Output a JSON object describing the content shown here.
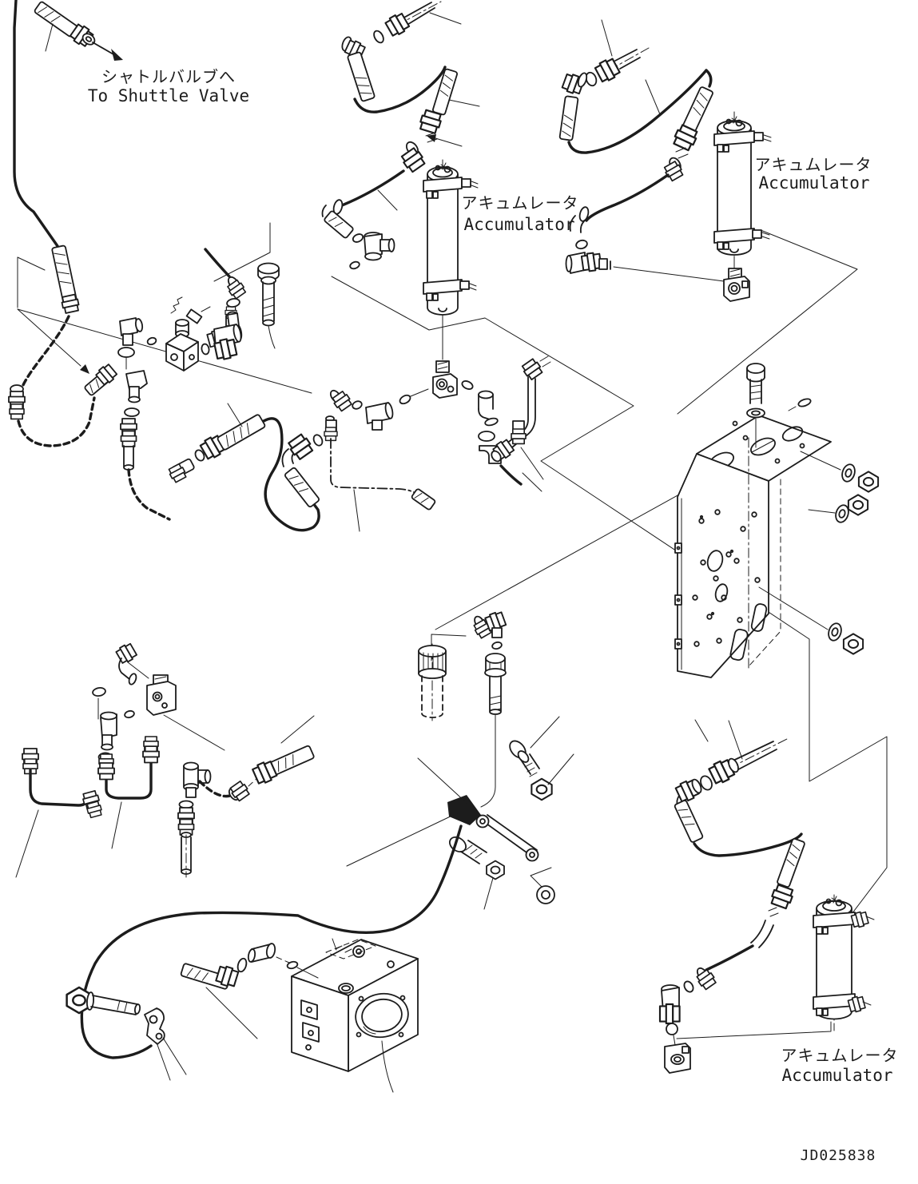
{
  "page": {
    "background_color": "#ffffff",
    "line_color": "#1c1c1c"
  },
  "annotations": {
    "to_shuttle_valve": {
      "ja": "シャトルバルブへ",
      "en": "To Shuttle Valve"
    },
    "accumulator_center": {
      "ja": "アキュムレータ",
      "en": "Accumulator"
    },
    "accumulator_top_right": {
      "ja": "アキュムレータ",
      "en": "Accumulator"
    },
    "accumulator_bottom_right": {
      "ja": "アキュムレータ",
      "en": "Accumulator"
    },
    "drawing_number": "JD025838"
  }
}
